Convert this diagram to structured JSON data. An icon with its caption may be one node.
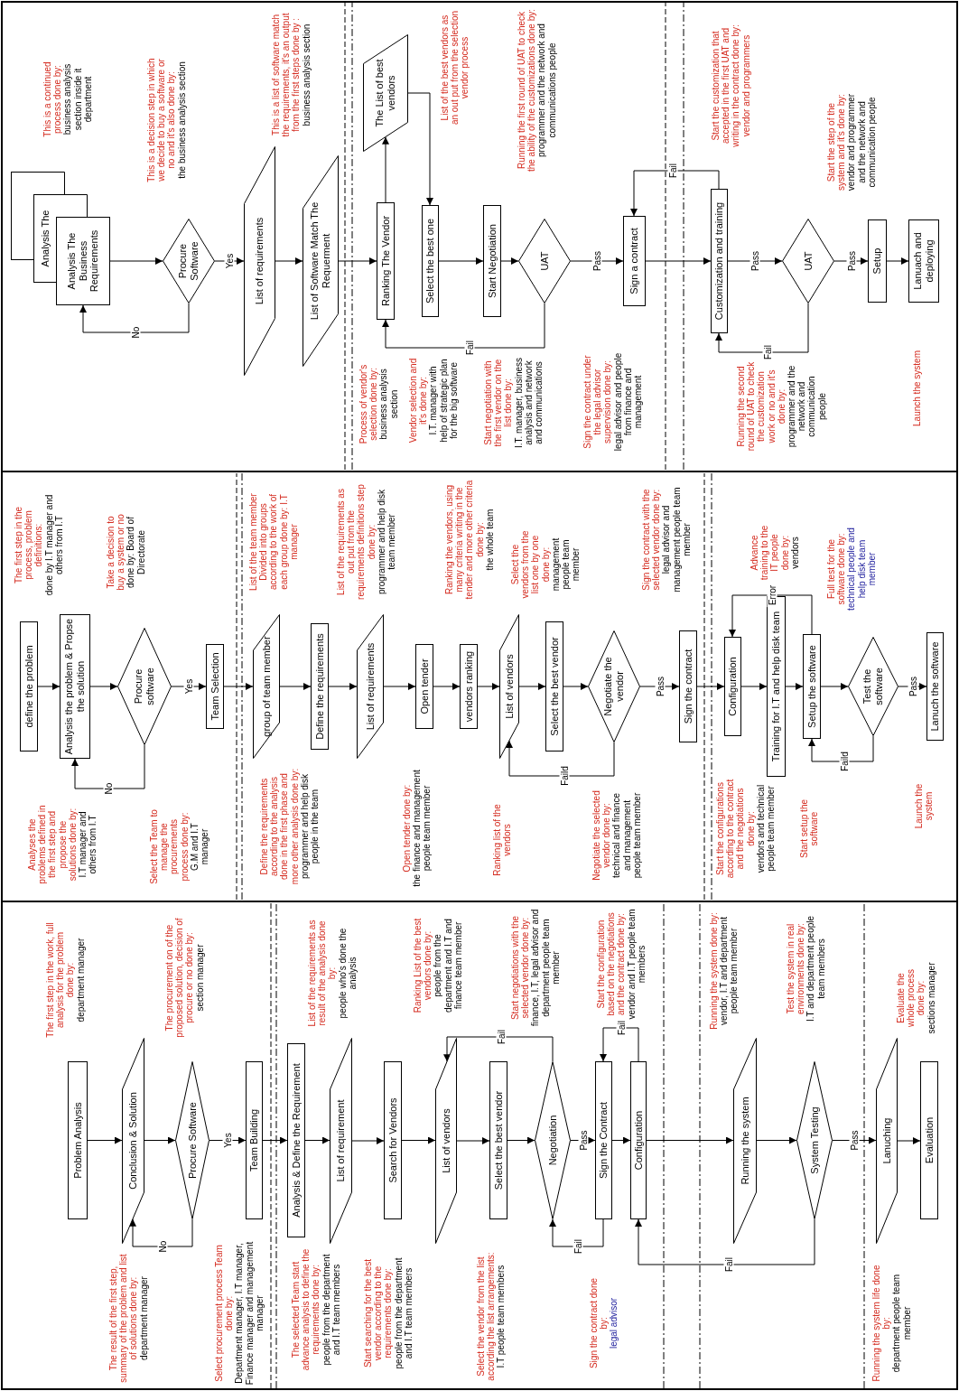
{
  "diagram": {
    "nodes": [
      {
        "text": [
          "Problem Analysis"
        ]
      },
      {
        "text": [
          "Conclusion & Solution"
        ]
      },
      {
        "text": [
          "Procure Software"
        ]
      },
      {
        "text": [
          "Team Building"
        ]
      },
      {
        "text": [
          "Analysis & Define the Requirement"
        ]
      },
      {
        "text": [
          "List of requirement"
        ]
      },
      {
        "text": [
          "Search for Vendors"
        ]
      },
      {
        "text": [
          "List of vendors"
        ]
      },
      {
        "text": [
          "Select the best vendor"
        ]
      },
      {
        "text": [
          "Negotiation"
        ]
      },
      {
        "text": [
          "Sign the Contract"
        ]
      },
      {
        "text": [
          "Configuration"
        ]
      },
      {
        "text": [
          "Running the system"
        ]
      },
      {
        "text": [
          "System Testing"
        ]
      },
      {
        "text": [
          "Lanuching"
        ]
      },
      {
        "text": [
          "Evaluation"
        ]
      },
      {
        "text": [
          "define the problem"
        ]
      },
      {
        "text": [
          "Analysis the problem & Propse the solution"
        ]
      },
      {
        "text": [
          "Procure software"
        ]
      },
      {
        "text": [
          "Team Selection"
        ]
      },
      {
        "text": [
          "group of team member"
        ]
      },
      {
        "text": [
          "Define the requirements"
        ]
      },
      {
        "text": [
          "List of requirements"
        ]
      },
      {
        "text": [
          "Open tender"
        ]
      },
      {
        "text": [
          "vendors ranking"
        ]
      },
      {
        "text": [
          "List of vendors"
        ]
      },
      {
        "text": [
          "Select the best vendor"
        ]
      },
      {
        "text": [
          "Negotiate the vendor"
        ]
      },
      {
        "text": [
          "Sign the contract"
        ]
      },
      {
        "text": [
          "Configuration"
        ]
      },
      {
        "text": [
          "Training for I.T and help disk team"
        ]
      },
      {
        "text": [
          "Setup the software"
        ]
      },
      {
        "text": [
          "Test the software"
        ]
      },
      {
        "text": [
          "Lanuch the software"
        ]
      },
      {
        "text": [],
        "shape": "box"
      },
      {
        "text": [
          "Analysis The"
        ]
      },
      {
        "text": [
          "Analysis The Business Requirements"
        ]
      },
      {
        "text": [
          "Procure Software"
        ]
      },
      {
        "text": [
          "List of requirements"
        ]
      },
      {
        "text": [
          "List of Software Match The Requerment"
        ]
      },
      {
        "text": [
          "Ranking The Vendor"
        ]
      },
      {
        "text": [
          "The List of best vendors"
        ]
      },
      {
        "text": [
          "Select the best one"
        ]
      },
      {
        "text": [
          "Start Negotiation"
        ]
      },
      {
        "text": [
          "UAT"
        ]
      },
      {
        "text": [
          "Sign a contract"
        ]
      },
      {
        "text": [
          "Customization and training"
        ]
      },
      {
        "text": [
          "UAT"
        ]
      },
      {
        "text": [
          "Setup"
        ]
      },
      {
        "text": [
          "Lanuach and deploying"
        ]
      }
    ],
    "edges": [
      {
        "from": 0,
        "to": 1,
        "arrow": "to"
      },
      {
        "from": 1,
        "to": 2,
        "arrow": "to"
      },
      {
        "from": 2,
        "to": 3,
        "arrow": "to",
        "label": "Yes"
      },
      {
        "from": 2,
        "to": 1,
        "arrow": "to",
        "label": "No"
      },
      {
        "from": 3,
        "to": 4,
        "arrow": "to"
      },
      {
        "from": 4,
        "to": 5,
        "arrow": "to"
      },
      {
        "from": 5,
        "to": 6,
        "arrow": "to"
      },
      {
        "from": 6,
        "to": 7,
        "arrow": "to"
      },
      {
        "from": 7,
        "to": 8,
        "arrow": "to"
      },
      {
        "from": 8,
        "to": 9,
        "arrow": "to"
      },
      {
        "from": 9,
        "to": 10,
        "arrow": "to",
        "label": "Pass"
      },
      {
        "from": 9,
        "to": 7,
        "arrow": "to",
        "label": "Fail"
      },
      {
        "from": 10,
        "to": 9,
        "arrow": "to",
        "label": "Fail"
      },
      {
        "from": 10,
        "to": 11,
        "arrow": "to"
      },
      {
        "from": 11,
        "to": 10,
        "arrow": "to",
        "label": "Fail"
      },
      {
        "from": 11,
        "to": 12,
        "arrow": "to"
      },
      {
        "from": 12,
        "to": 13,
        "arrow": "to"
      },
      {
        "from": 13,
        "to": 14,
        "arrow": "to",
        "label": "Pass"
      },
      {
        "from": 13,
        "to": 11,
        "arrow": "to",
        "label": "Fail"
      },
      {
        "from": 14,
        "to": 15,
        "arrow": "to"
      },
      {
        "from": 16,
        "to": 17,
        "arrow": "to"
      },
      {
        "from": 17,
        "to": 18,
        "arrow": "to"
      },
      {
        "from": 18,
        "to": 19,
        "arrow": "to",
        "label": "Yes"
      },
      {
        "from": 18,
        "to": 17,
        "arrow": "to",
        "label": "No"
      },
      {
        "from": 19,
        "to": 20,
        "arrow": "to"
      },
      {
        "from": 20,
        "to": 21,
        "arrow": "to"
      },
      {
        "from": 21,
        "to": 22,
        "arrow": "to"
      },
      {
        "from": 22,
        "to": 23,
        "arrow": "to"
      },
      {
        "from": 23,
        "to": 24,
        "arrow": "to"
      },
      {
        "from": 24,
        "to": 25,
        "arrow": "to"
      },
      {
        "from": 25,
        "to": 26,
        "arrow": "to"
      },
      {
        "from": 26,
        "to": 27,
        "arrow": "to"
      },
      {
        "from": 27,
        "to": 28,
        "arrow": "to",
        "label": "Pass"
      },
      {
        "from": 27,
        "to": 25,
        "arrow": "to",
        "label": "Faild"
      },
      {
        "from": 28,
        "to": 29,
        "arrow": "to"
      },
      {
        "from": 29,
        "to": 30,
        "arrow": "to"
      },
      {
        "from": 30,
        "to": 31,
        "arrow": "to"
      },
      {
        "from": 31,
        "to": 29,
        "arrow": "to",
        "label": "Error"
      },
      {
        "from": 31,
        "to": 32,
        "arrow": "to"
      },
      {
        "from": 32,
        "to": 33,
        "arrow": "to",
        "label": "Pass"
      },
      {
        "from": 32,
        "to": 31,
        "arrow": "to",
        "label": "Faild"
      },
      {
        "from": 36,
        "to": 37,
        "arrow": "to"
      },
      {
        "from": 37,
        "to": 38,
        "arrow": "to",
        "label": "Yes"
      },
      {
        "from": 37,
        "to": 36,
        "arrow": "to",
        "label": "No"
      },
      {
        "from": 38,
        "to": 39,
        "arrow": "to"
      },
      {
        "from": 39,
        "to": 40,
        "arrow": "to"
      },
      {
        "from": 40,
        "to": 41,
        "arrow": "to"
      },
      {
        "from": 41,
        "to": 42,
        "arrow": "to"
      },
      {
        "from": 42,
        "to": 43,
        "arrow": "to"
      },
      {
        "from": 43,
        "to": 44,
        "arrow": "to"
      },
      {
        "from": 44,
        "to": 45,
        "arrow": "to",
        "label": "Pass"
      },
      {
        "from": 44,
        "to": 40,
        "arrow": "to",
        "label": "Fail"
      },
      {
        "from": 45,
        "to": 46,
        "arrow": "to"
      },
      {
        "from": 46,
        "to": 45,
        "arrow": "to",
        "label": "Fail"
      },
      {
        "from": 46,
        "to": 47,
        "arrow": "to",
        "label": "Pass"
      },
      {
        "from": 47,
        "to": 46,
        "arrow": "to",
        "label": "Fail"
      },
      {
        "from": 47,
        "to": 48,
        "arrow": "to",
        "label": "Pass"
      },
      {
        "from": 48,
        "to": 49,
        "arrow": "to"
      }
    ],
    "labels": [
      "The first step in the work, full analysis for the problem done by:",
      "department manager",
      "The result of the first step, summary of the problem and list of solutions done by:",
      "department manager",
      "The procurement on of the proposed solution, decision of procure or no done by:",
      "section manager",
      "Select procurement process Team done by:",
      "Department manager, I.T manager, Finance manager and management manager",
      "The selected Team start advance analysis to define the requirements done by:",
      "people from the department and I.T team members",
      "List of the requirements as result of the analysis done by:",
      "people who's done the analysis",
      "Start searching for the best vendor according to the requirements done by:",
      "people from the department and I.T team members",
      "Ranking List of the best vendors done by:",
      "people from the department and I.T and finance team member",
      "Select the vendor from the list according the list arrangements:",
      "I.T people team members",
      "Start negotiations with the selected vendor done by:",
      "finance, I.T, legal advisor and department people team member",
      "Sign the contract done by:",
      "legal advisor",
      "Start the configuration based on the negotiations and the contract done by:",
      "vendor and I.T people team members",
      "Running the system done by:",
      "vendor, I.T and department people team member",
      "Test the system in real environments done by:",
      "I.T and department people team members",
      "Running the system life done by:",
      "department people team member",
      "Evaluate the whole process done by:",
      "sections manager",
      "The first step in the process, problem definitions:",
      "done by I.T manager and others from I.T",
      "Analyses the problems defined in the first step and propose the solutions done by:",
      "I.T manager and others from I.T",
      "Take a decision to buy a system or no",
      "done by: Board of Directorate",
      "Select the Team to manage the procurements process done by:",
      "G.M and I.T manager",
      "List of the team member Divided into groups according to the work of each group done by: I.T manager",
      "Define the requirements according to the analysis done in the first phase and more other analysis done by:",
      "programmer and help disk people in the team",
      "List of the requirements as out put from the requirements definitions step done by:",
      "programmer and help disk team member",
      "Open tender done by:",
      "the finance and management people team member",
      "Ranking the vendors, using many criteria writing in the tender and more other criteria done by:",
      "the whole team",
      "Ranking list of the vendors",
      "Select the vendors from the list one by one done by:",
      "management people team member",
      "Negotiate the selected vendor done by:",
      "technical and finance and management people team member",
      "Sign the contract with the selected vendor done by:",
      "legal advisor and management people team member",
      "Start the configurations according to the contract and the negotiations done by:",
      "vendors and technical people team member",
      "Advance training to the IT people done by:",
      "vendors",
      "Start setup the software",
      "Full test for the software done by:",
      "technical people and help disk team member",
      "Launch the system",
      "This is a continued process done by:",
      "business analysis section inside it department",
      "This is a decision step in which we decide to buy a software or no and it's also done by:",
      "the business analysis section",
      "This is a list of software match the requirements, it's an output from the first steps done by :",
      "business analysis section",
      "Process of vendor's selection done by:",
      "business analysis section",
      "Vendor selection and it's done by:",
      "I.T. manager with help of strategic plan for the big software",
      "List of the best vendors as an out put from the selection vendor process",
      "Start negotiation with the first vendor on the list done by:",
      "I.T. manager, business analysis and network and communications",
      "Running the first round of UAT to check the ability of the customizations done by:",
      "programmer and the network and communications people",
      "Sign the contract under the legal advisor supervision done by:",
      "legal advisor and people from finance and management",
      "Start the customization that accepted in the first UAT and writing in the contract done by: vendor and programmers",
      "Running the second round of UAT to check the customization work or no and it's done by:",
      "programmer and the network and communication people",
      "Start the step of the system and it's done by:",
      "vendor and programmer and the network and communication people",
      "Launch the system"
    ]
  }
}
